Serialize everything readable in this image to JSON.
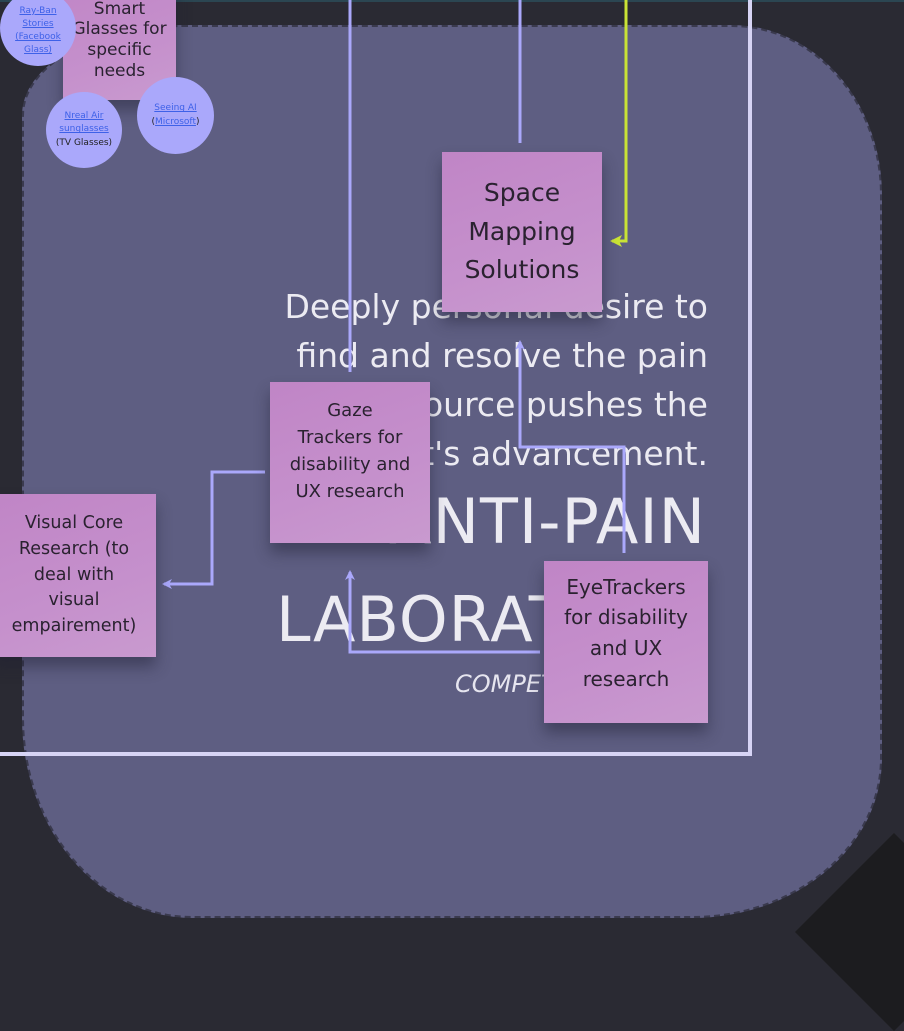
{
  "canvas": {
    "background_color": "#2a2a33",
    "region_color": "#5e5e82",
    "frame_color": "#d7d4f5"
  },
  "background_text": {
    "paragraph_lines": [
      "Deeply personal desire to",
      "find and resolve the pain",
      "source pushes the",
      "product's advancement."
    ],
    "paragraph_visible": [
      "Deeply p",
      "esire to",
      "find and resolve the pain",
      "source pushes the",
      "ct's advancement."
    ],
    "title_line1": "ANTI-PAIN",
    "title_line2": "LABORAT",
    "subtitle": "COMPET"
  },
  "stickies": {
    "smart_glasses": {
      "lines": [
        "Smart",
        "Glasses for",
        "specific",
        "needs"
      ],
      "color": "#c189c8"
    },
    "space_mapping": {
      "lines": [
        "Space",
        "Mapping",
        "Solutions"
      ]
    },
    "gaze_trackers": {
      "lines": [
        "Gaze",
        "Trackers for",
        "disability and",
        "UX research"
      ]
    },
    "visual_core": {
      "lines": [
        "Visual Core",
        "Research (to",
        "deal with",
        "visual",
        "empairement)"
      ]
    },
    "eyetrackers": {
      "lines": [
        "EyeTrackers",
        "for disability",
        "and UX",
        "research"
      ]
    }
  },
  "circles": {
    "rayban": {
      "links": [
        "Ray-Ban",
        "Stories",
        "(Facebook",
        "Glass)"
      ],
      "color": "#aaa8fb"
    },
    "nreal": {
      "links": [
        "Nreal Air",
        "sunglasses"
      ],
      "note": "(TV Glasses)"
    },
    "seeing_ai": {
      "link1": "Seeing AI",
      "open": "(",
      "link2": "Microsoft",
      "close": ")"
    }
  },
  "connectors": {
    "primary_color": "#aaa8fb",
    "accent_color": "#c9e335"
  }
}
